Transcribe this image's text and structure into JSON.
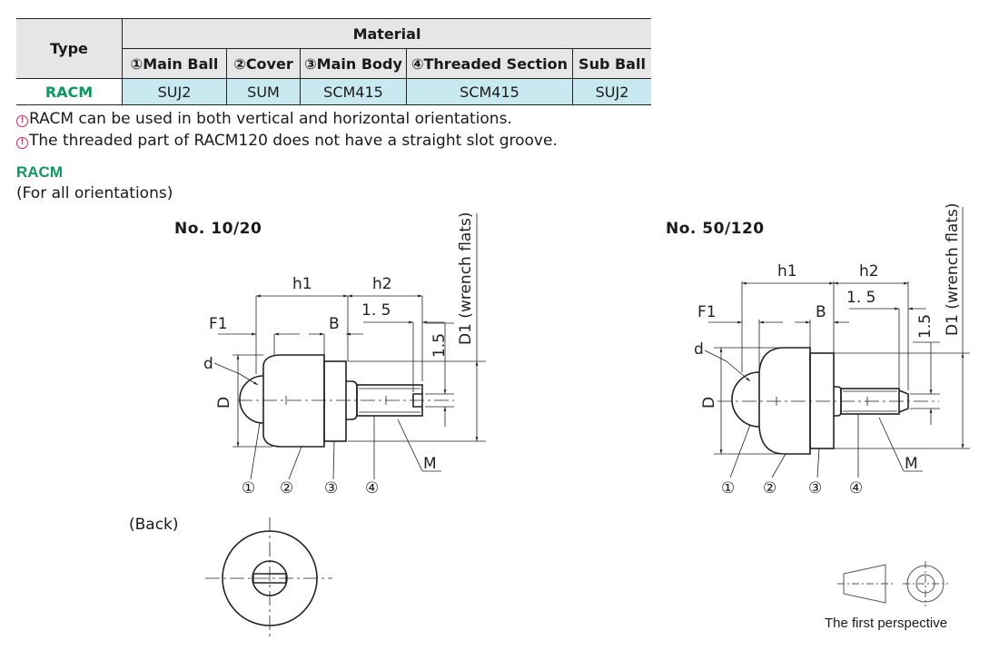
{
  "table": {
    "type_header": "Type",
    "material_header": "Material",
    "columns": [
      "①Main Ball",
      "②Cover",
      "③Main Body",
      "④Threaded Section",
      "Sub Ball"
    ],
    "row": {
      "type": "RACM",
      "values": [
        "SUJ2",
        "SUM",
        "SCM415",
        "SCM415",
        "SUJ2"
      ]
    }
  },
  "notes": [
    "RACM can be used in both vertical and horizontal orientations.",
    "The threaded part of RACM120 does not have a straight slot groove."
  ],
  "section": {
    "title": "RACM",
    "subtitle": "(For all orientations)"
  },
  "figures": {
    "left_label": "No. 10/20",
    "right_label": "No. 50/120",
    "back_label": "(Back)"
  },
  "dims": {
    "h1": "h1",
    "h2": "h2",
    "F1": "F1",
    "B": "B",
    "d": "d",
    "D": "D",
    "M": "M",
    "dim_1_5_h": "1. 5",
    "dim_1_5_v": "1.5",
    "D1": "D1 (wrench flats)"
  },
  "callouts": [
    "①",
    "②",
    "③",
    "④"
  ],
  "perspective_label": "The first perspective",
  "colors": {
    "accent_green": "#0a9a5c",
    "header_gray": "#e6e6e6",
    "cell_blue": "#c9e9f1",
    "note_red": "#e0245e"
  }
}
